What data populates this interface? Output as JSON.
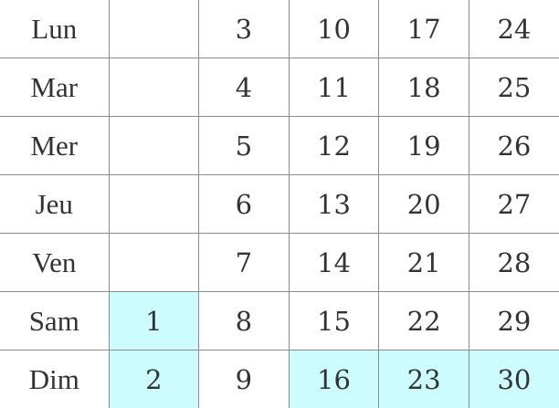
{
  "calendar": {
    "highlight_color": "#ccfcfd",
    "rows": [
      {
        "day": "Lun",
        "dates": [
          "",
          "3",
          "10",
          "17",
          "24"
        ],
        "highlight": [
          false,
          false,
          false,
          false,
          false
        ]
      },
      {
        "day": "Mar",
        "dates": [
          "",
          "4",
          "11",
          "18",
          "25"
        ],
        "highlight": [
          false,
          false,
          false,
          false,
          false
        ]
      },
      {
        "day": "Mer",
        "dates": [
          "",
          "5",
          "12",
          "19",
          "26"
        ],
        "highlight": [
          false,
          false,
          false,
          false,
          false
        ]
      },
      {
        "day": "Jeu",
        "dates": [
          "",
          "6",
          "13",
          "20",
          "27"
        ],
        "highlight": [
          false,
          false,
          false,
          false,
          false
        ]
      },
      {
        "day": "Ven",
        "dates": [
          "",
          "7",
          "14",
          "21",
          "28"
        ],
        "highlight": [
          false,
          false,
          false,
          false,
          false
        ]
      },
      {
        "day": "Sam",
        "dates": [
          "1",
          "8",
          "15",
          "22",
          "29"
        ],
        "highlight": [
          true,
          false,
          false,
          false,
          false
        ]
      },
      {
        "day": "Dim",
        "dates": [
          "2",
          "9",
          "16",
          "23",
          "30"
        ],
        "highlight": [
          true,
          false,
          true,
          true,
          true
        ]
      }
    ]
  }
}
